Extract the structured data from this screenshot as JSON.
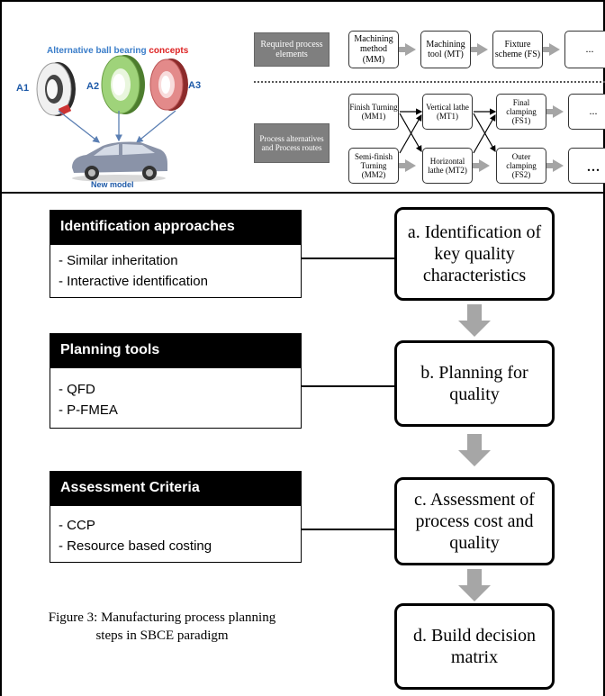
{
  "top_left": {
    "title_part1": "Alternative ball bearing ",
    "title_part2": "concepts",
    "labels": [
      "A1",
      "A2",
      "A3"
    ],
    "car_label": "New model",
    "colors": {
      "title_blue": "#3a7dc9",
      "title_red": "#d22222",
      "bearing1": "#f0f0f0",
      "bearing2": "#9fd37a",
      "bearing3": "#e38a8a",
      "car": "#8a93a8"
    }
  },
  "top_right": {
    "required_label": "Required process elements",
    "alternatives_label": "Process alternatives and Process routes",
    "required_boxes": [
      "Machining method (MM)",
      "Machining tool (MT)",
      "Fixture scheme (FS)",
      "..."
    ],
    "row1_boxes": [
      "Finish Turning (MM1)",
      "Vertical lathe (MT1)",
      "Final clamping (FS1)",
      "..."
    ],
    "row2_boxes": [
      "Semi-finish Turning (MM2)",
      "Horizontal lathe (MT2)",
      "Outer clamping (FS2)",
      "..."
    ]
  },
  "approaches": [
    {
      "header": "Identification approaches",
      "items": [
        "- Similar inheritation",
        "- Interactive identification"
      ]
    },
    {
      "header": "Planning tools",
      "items": [
        "- QFD",
        "- P-FMEA"
      ]
    },
    {
      "header": "Assessment Criteria",
      "items": [
        "- CCP",
        "- Resource based costing"
      ]
    }
  ],
  "steps": [
    "a. Identification of key quality characteristics",
    "b. Planning for quality",
    "c. Assessment of process cost and quality",
    "d. Build decision matrix"
  ],
  "caption": "Figure 3: Manufacturing process planning steps in SBCE paradigm"
}
